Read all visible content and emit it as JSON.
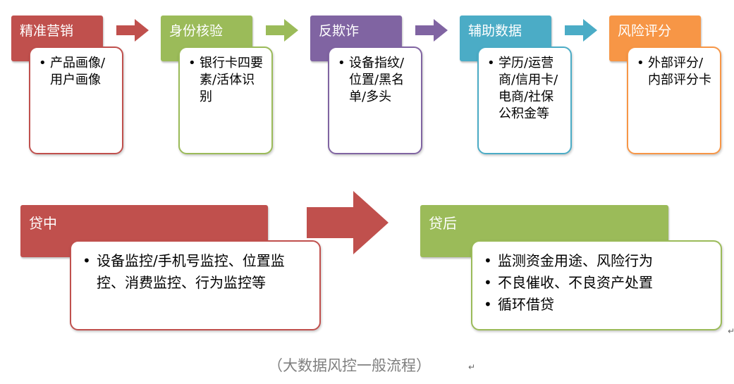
{
  "top_stages": [
    {
      "title": "精准营销",
      "items": [
        "产品画像/用户画像"
      ],
      "color": "#c0504d"
    },
    {
      "title": "身份核验",
      "items": [
        "银行卡四要素/活体识别"
      ],
      "color": "#9bbb59"
    },
    {
      "title": "反欺诈",
      "items": [
        "设备指纹/位置/黑名单/多头"
      ],
      "color": "#8064a2"
    },
    {
      "title": "辅助数据",
      "items": [
        "学历/运营商/信用卡/电商/社保公积金等"
      ],
      "color": "#4bacc6"
    },
    {
      "title": "风险评分",
      "items": [
        "外部评分/内部评分卡"
      ],
      "color": "#f79646"
    }
  ],
  "bottom_stages": [
    {
      "title": "贷中",
      "items": [
        "设备监控/手机号监控、位置监控、消费监控、行为监控等"
      ],
      "color": "#c0504d"
    },
    {
      "title": "贷后",
      "items": [
        "监测资金用途、风险行为",
        "不良催收、不良资产处置",
        "循环借贷"
      ],
      "color": "#9bbb59"
    }
  ],
  "caption": "（大数据风控一般流程）",
  "paragraph_mark": "↵"
}
